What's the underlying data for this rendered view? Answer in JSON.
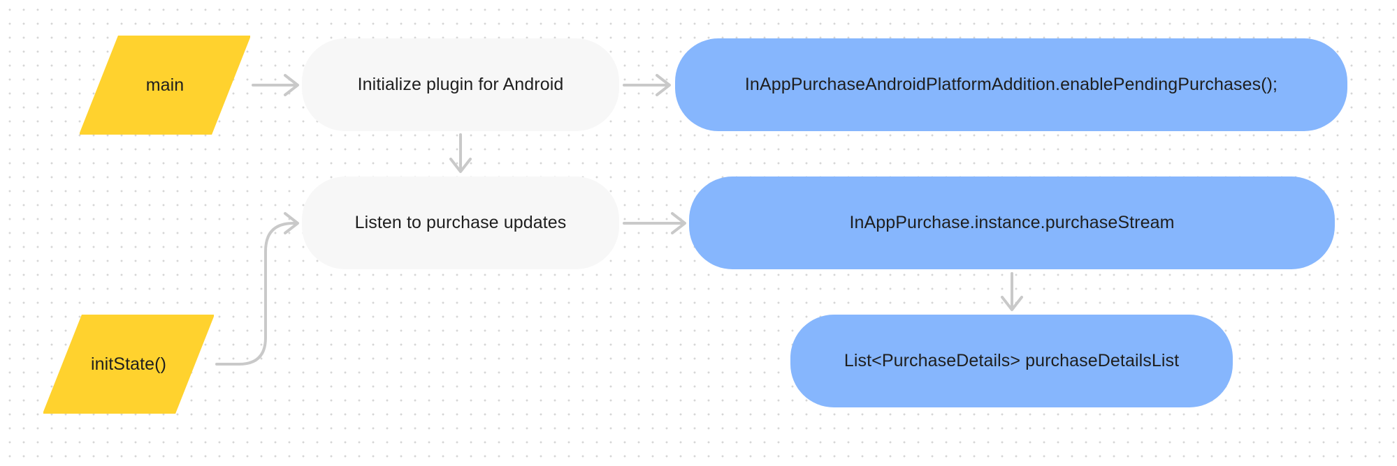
{
  "colors": {
    "parallelogram": "#FFD22E",
    "process": "#F7F7F7",
    "code": "#86B6FD",
    "connector": "#C9C9C9"
  },
  "nodes": {
    "main": "main",
    "init_state": "initState()",
    "initialize_plugin": "Initialize plugin for Android",
    "listen_updates": "Listen to purchase updates",
    "enable_pending": "InAppPurchaseAndroidPlatformAddition.enablePendingPurchases();",
    "purchase_stream": "InAppPurchase.instance.purchaseStream",
    "details_list": "List<PurchaseDetails> purchaseDetailsList"
  }
}
